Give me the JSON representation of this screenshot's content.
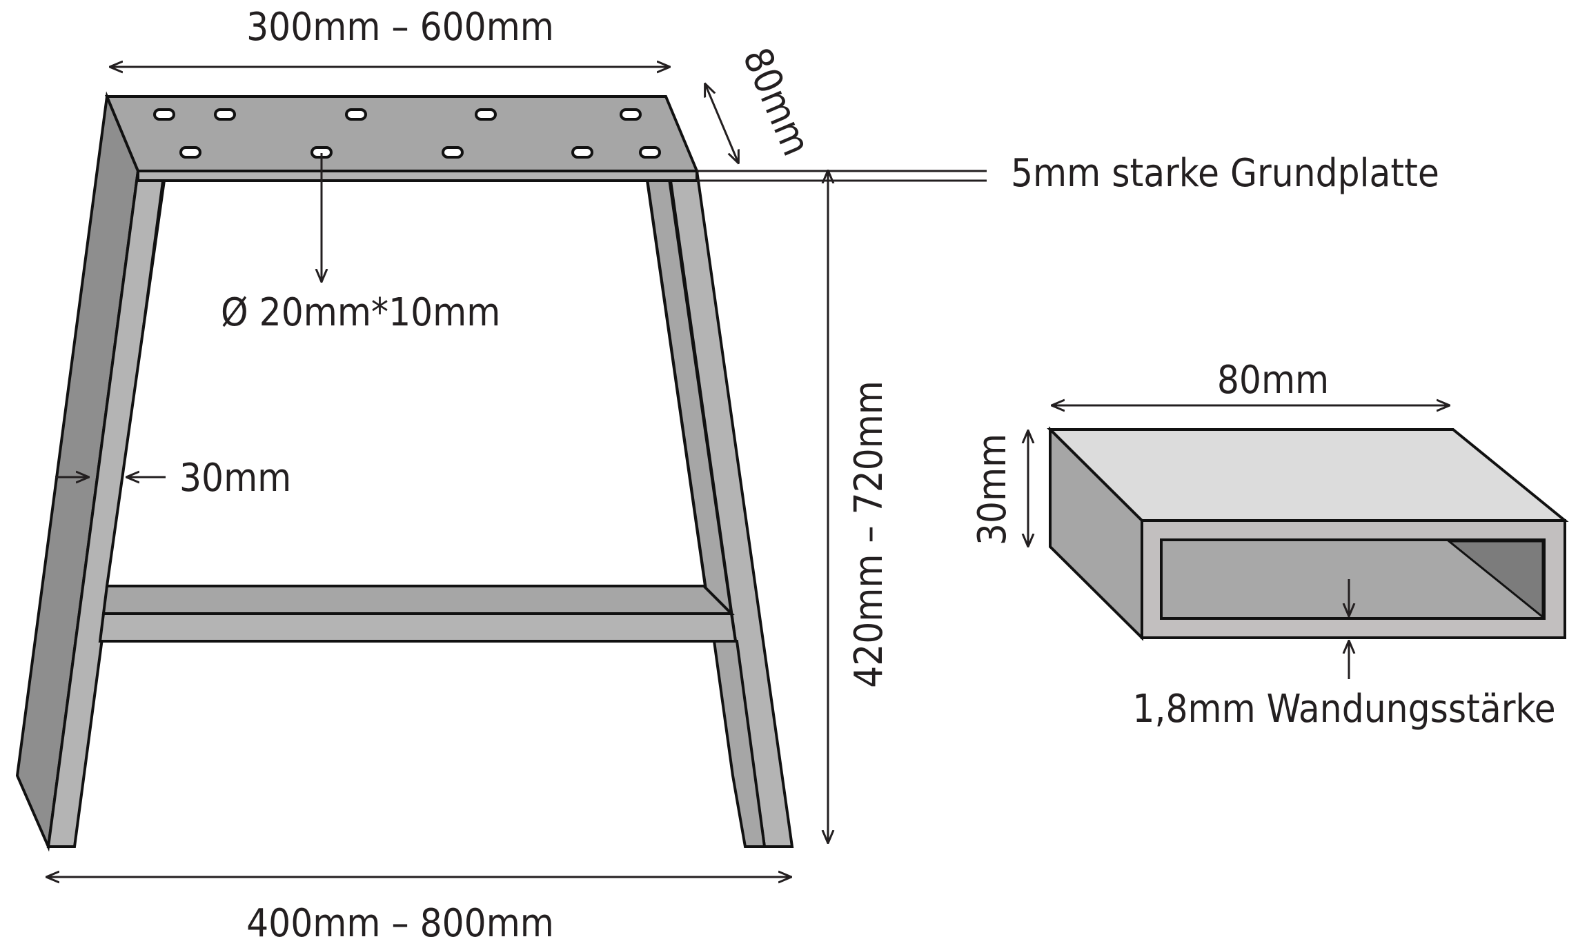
{
  "leg": {
    "top_width_label": "300mm – 600mm",
    "plate_depth_label": "80mm",
    "plate_thickness_label": "5mm starke Grundplatte",
    "hole_label": "Ø 20mm*10mm",
    "profile_width_label": "30mm",
    "height_label": "420mm – 720mm",
    "bottom_width_label": "400mm – 800mm"
  },
  "profile": {
    "width_label": "80mm",
    "height_label": "30mm",
    "wall_thickness_label": "1,8mm Wandungsstärke"
  },
  "colors": {
    "metal_light": "#b4b4b4",
    "metal_mid": "#a6a6a6",
    "metal_dark": "#8e8e8e",
    "plate_top": "#dcdcdc",
    "outline": "#111111",
    "text": "#231f20"
  }
}
